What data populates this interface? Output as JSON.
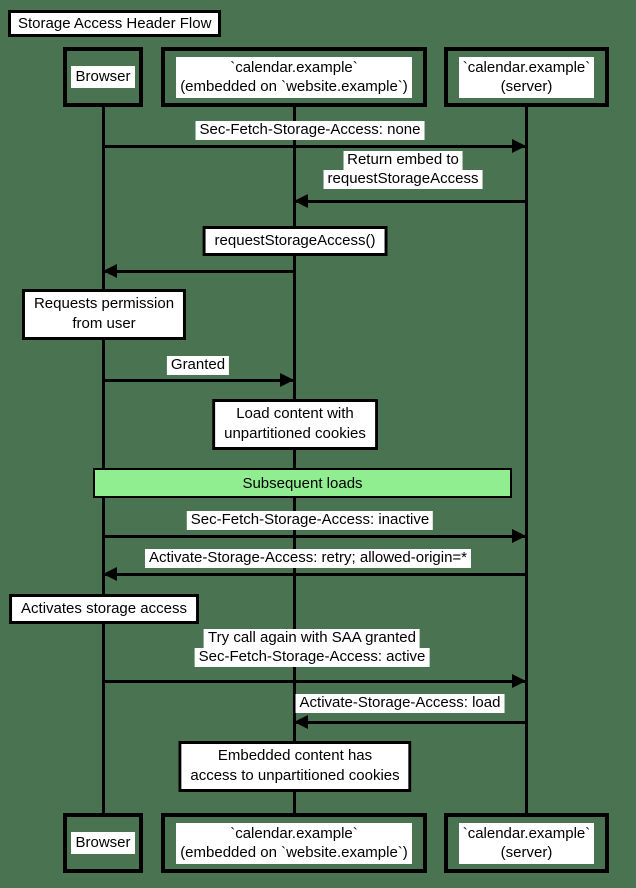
{
  "diagram": {
    "title": "Storage Access Header Flow",
    "type": "sequence-diagram",
    "colors": {
      "background": "#4a7352",
      "note_fill": "#ffffff",
      "divider_fill": "#90ee90",
      "line": "#000000",
      "text": "#000000"
    },
    "participants": [
      {
        "label_lines": [
          "Browser"
        ]
      },
      {
        "label_lines": [
          "`calendar.example`",
          "(embedded on `website.example`)"
        ]
      },
      {
        "label_lines": [
          "`calendar.example`",
          "(server)"
        ]
      }
    ],
    "messages": [
      {
        "from": "Browser",
        "to": "calendar.example (server)",
        "direction": "right",
        "label_lines": [
          "Sec-Fetch-Storage-Access: none"
        ]
      },
      {
        "from": "calendar.example (server)",
        "to": "calendar.example (embed)",
        "direction": "left",
        "label_lines": [
          "Return embed to",
          "requestStorageAccess"
        ]
      },
      {
        "from": "calendar.example (embed)",
        "to": "Browser",
        "direction": "left",
        "label_lines": []
      },
      {
        "from": "Browser",
        "to": "calendar.example (embed)",
        "direction": "right",
        "label_lines": [
          "Granted"
        ]
      },
      {
        "from": "Browser",
        "to": "calendar.example (server)",
        "direction": "right",
        "label_lines": [
          "Sec-Fetch-Storage-Access: inactive"
        ]
      },
      {
        "from": "calendar.example (server)",
        "to": "Browser",
        "direction": "left",
        "label_lines": [
          "Activate-Storage-Access: retry; allowed-origin=*"
        ]
      },
      {
        "from": "Browser",
        "to": "calendar.example (server)",
        "direction": "right",
        "label_lines": [
          "Try call again with SAA granted",
          "Sec-Fetch-Storage-Access: active"
        ]
      },
      {
        "from": "calendar.example (server)",
        "to": "calendar.example (embed)",
        "direction": "left",
        "label_lines": [
          "Activate-Storage-Access: load"
        ]
      }
    ],
    "notes": [
      {
        "lines": [
          "requestStorageAccess()"
        ]
      },
      {
        "lines": [
          "Requests permission",
          "from user"
        ]
      },
      {
        "lines": [
          "Load content with",
          "unpartitioned cookies"
        ]
      },
      {
        "lines": [
          "Activates storage access"
        ]
      },
      {
        "lines": [
          "Embedded content has",
          "access to unpartitioned cookies"
        ]
      }
    ],
    "divider": {
      "label": "Subsequent loads"
    }
  }
}
